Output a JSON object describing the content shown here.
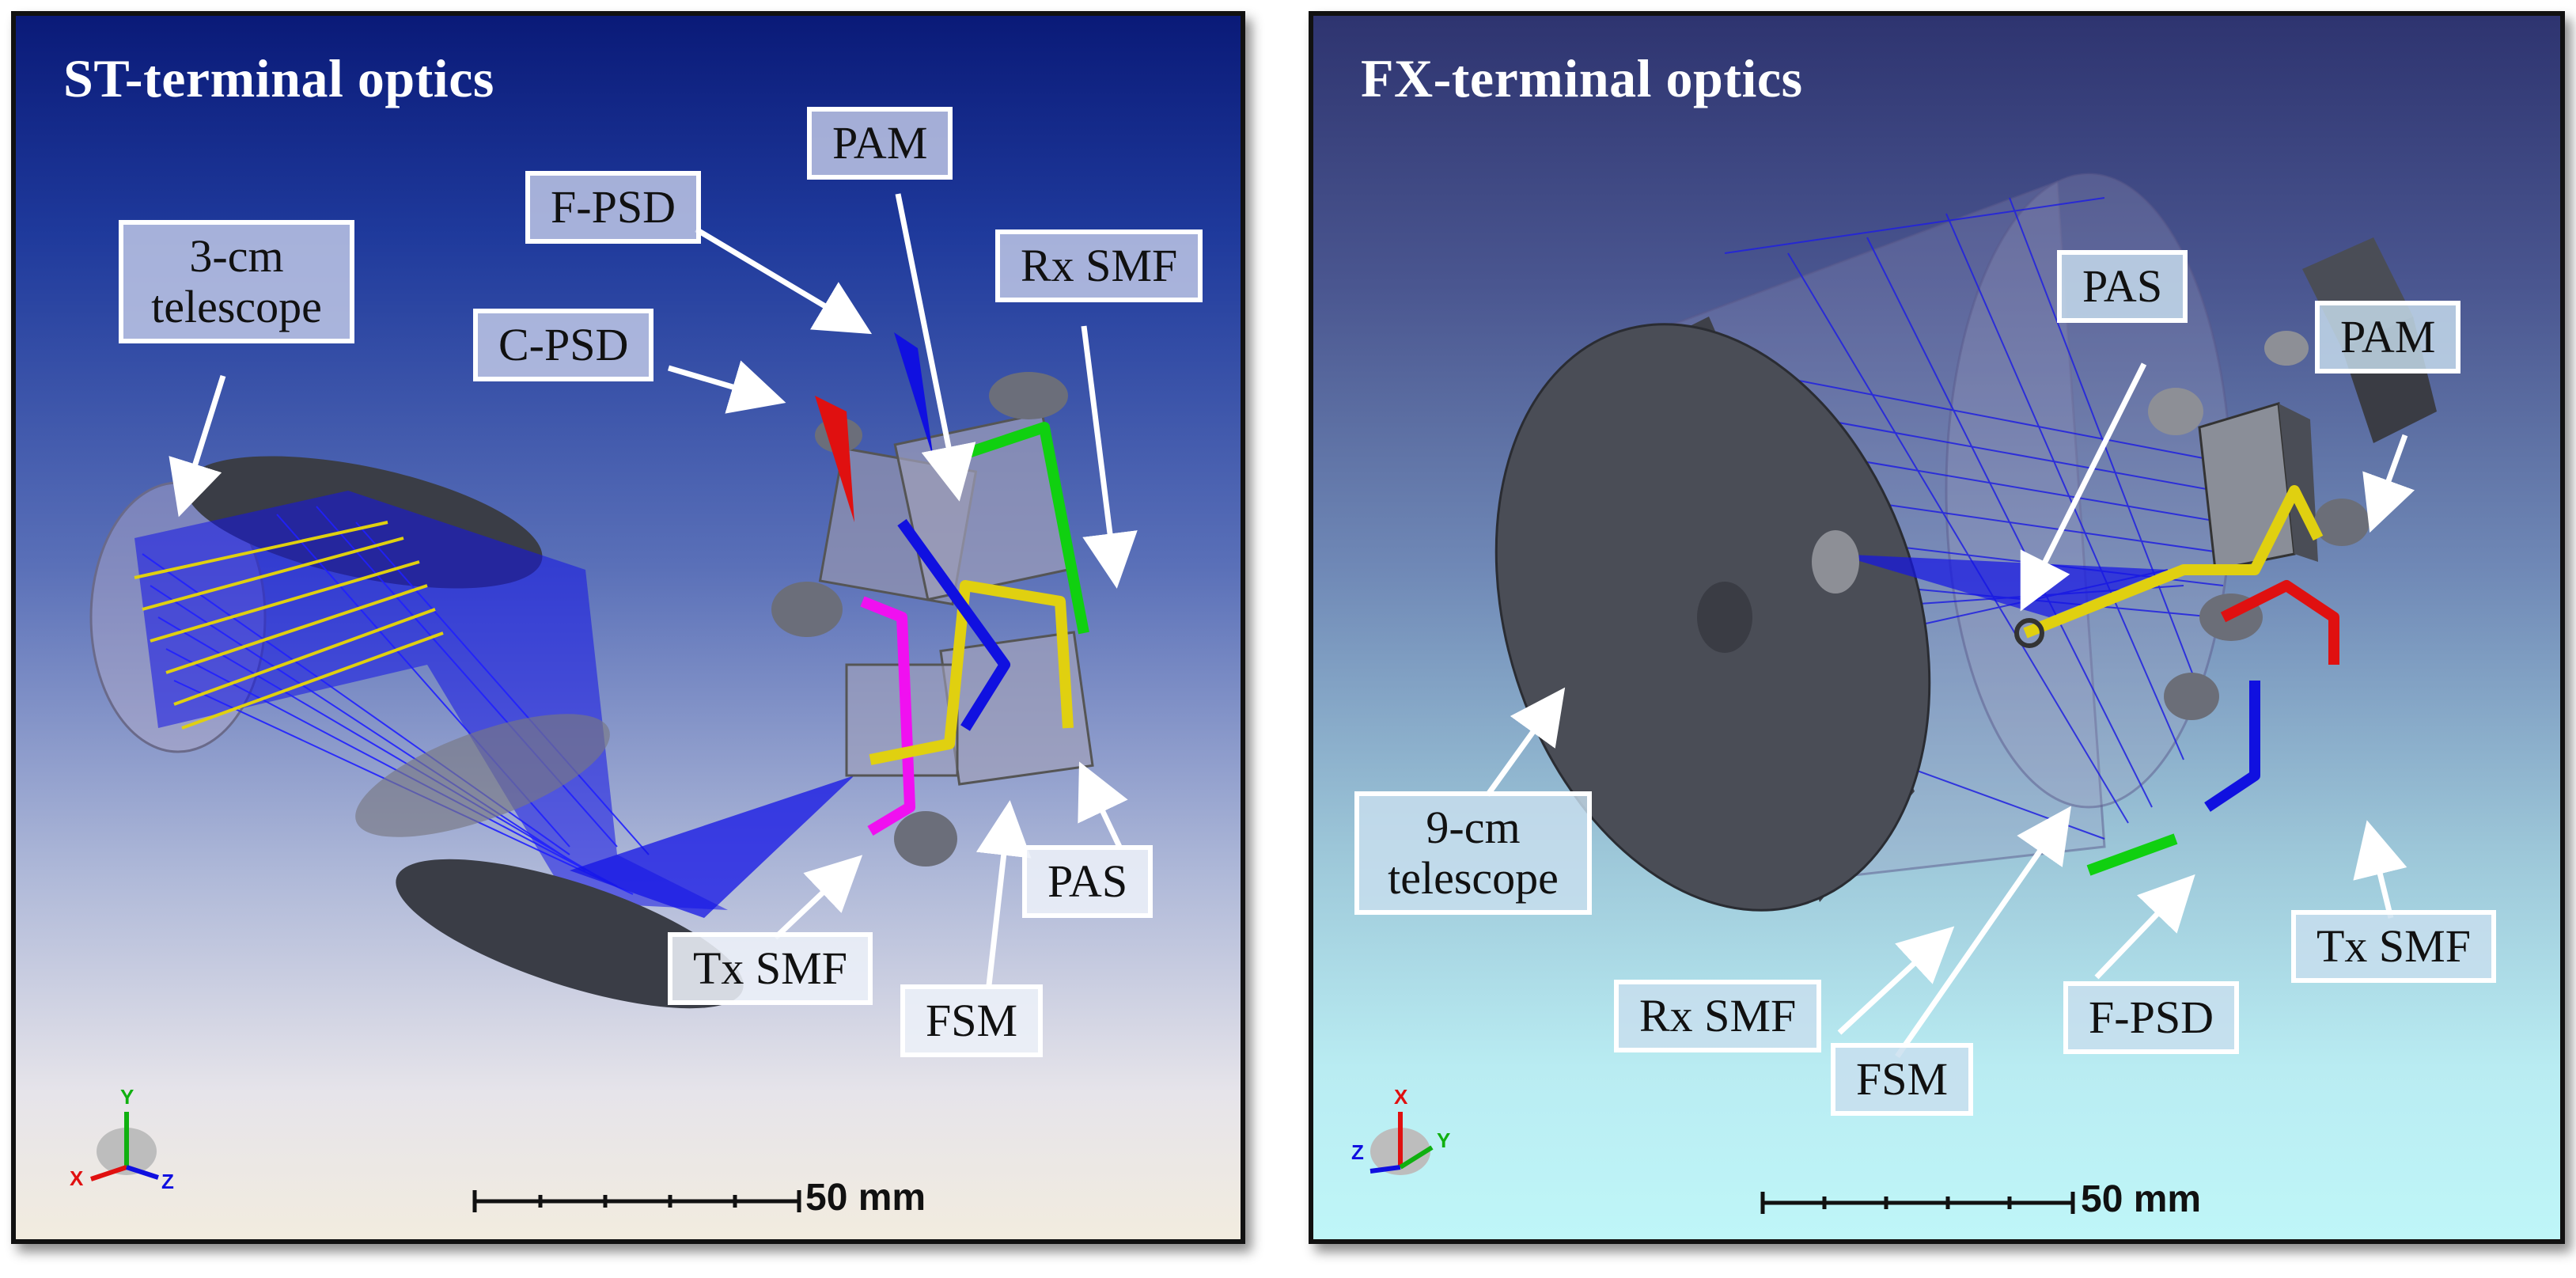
{
  "panels": {
    "left": {
      "title": "ST-terminal optics",
      "labels": {
        "telescope": "3-cm telescope",
        "pam": "PAM",
        "f_psd": "F-PSD",
        "rx_smf": "Rx SMF",
        "c_psd": "C-PSD",
        "pas": "PAS",
        "tx_smf": "Tx SMF",
        "fsm": "FSM"
      },
      "scale_bar": "50 mm",
      "axes": {
        "up": "Y",
        "left": "X",
        "right": "Z"
      }
    },
    "right": {
      "title": "FX-terminal optics",
      "labels": {
        "pas": "PAS",
        "pam": "PAM",
        "telescope": "9-cm telescope",
        "rx_smf": "Rx SMF",
        "fsm": "FSM",
        "f_psd": "F-PSD",
        "tx_smf": "Tx SMF"
      },
      "scale_bar": "50 mm",
      "axes": {
        "up": "X",
        "left": "Z",
        "right": "Y"
      }
    }
  },
  "colors": {
    "beam_blue": "#1010e0",
    "beam_yellow": "#e0d010",
    "beam_red": "#e01010",
    "beam_green": "#10d010",
    "beam_magenta": "#f010f0",
    "component_gray": "#5a5e6a"
  }
}
